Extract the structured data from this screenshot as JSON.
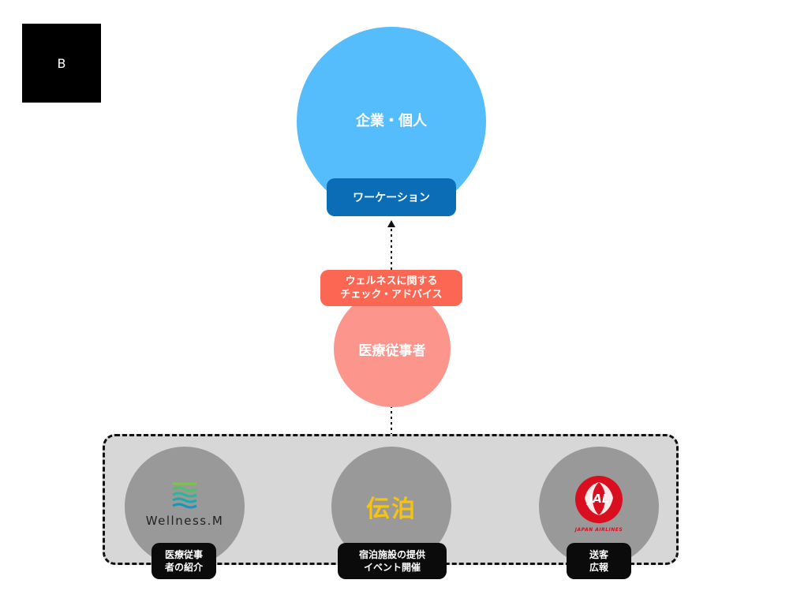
{
  "badge": {
    "label": "B"
  },
  "top_node": {
    "label": "企業・個人",
    "tag": "ワーケーション",
    "color": "#56bdfd",
    "tag_color": "#0a6db5"
  },
  "middle_node": {
    "label": "医療従事者",
    "tag_line1": "ウェルネスに関する",
    "tag_line2": "チェック・アドバイス",
    "color": "#fc968c",
    "tag_color": "#fb6753"
  },
  "partners": [
    {
      "logo_text": "Wellness.M",
      "logo_icon": "waves-logo-icon",
      "label_line1": "医療従事",
      "label_line2": "者の紹介"
    },
    {
      "logo_text": "伝泊",
      "label_line1": "宿泊施設の提供",
      "label_line2": "イベント開催"
    },
    {
      "logo_text": "JAL",
      "logo_subtext": "JAPAN AIRLINES",
      "logo_icon": "crane-logo-icon",
      "label_line1": "送客",
      "label_line2": "広報"
    }
  ],
  "colors": {
    "group_background": "#d7d7d7",
    "partner_circle": "#999999",
    "label_background": "#0b0b0b"
  }
}
